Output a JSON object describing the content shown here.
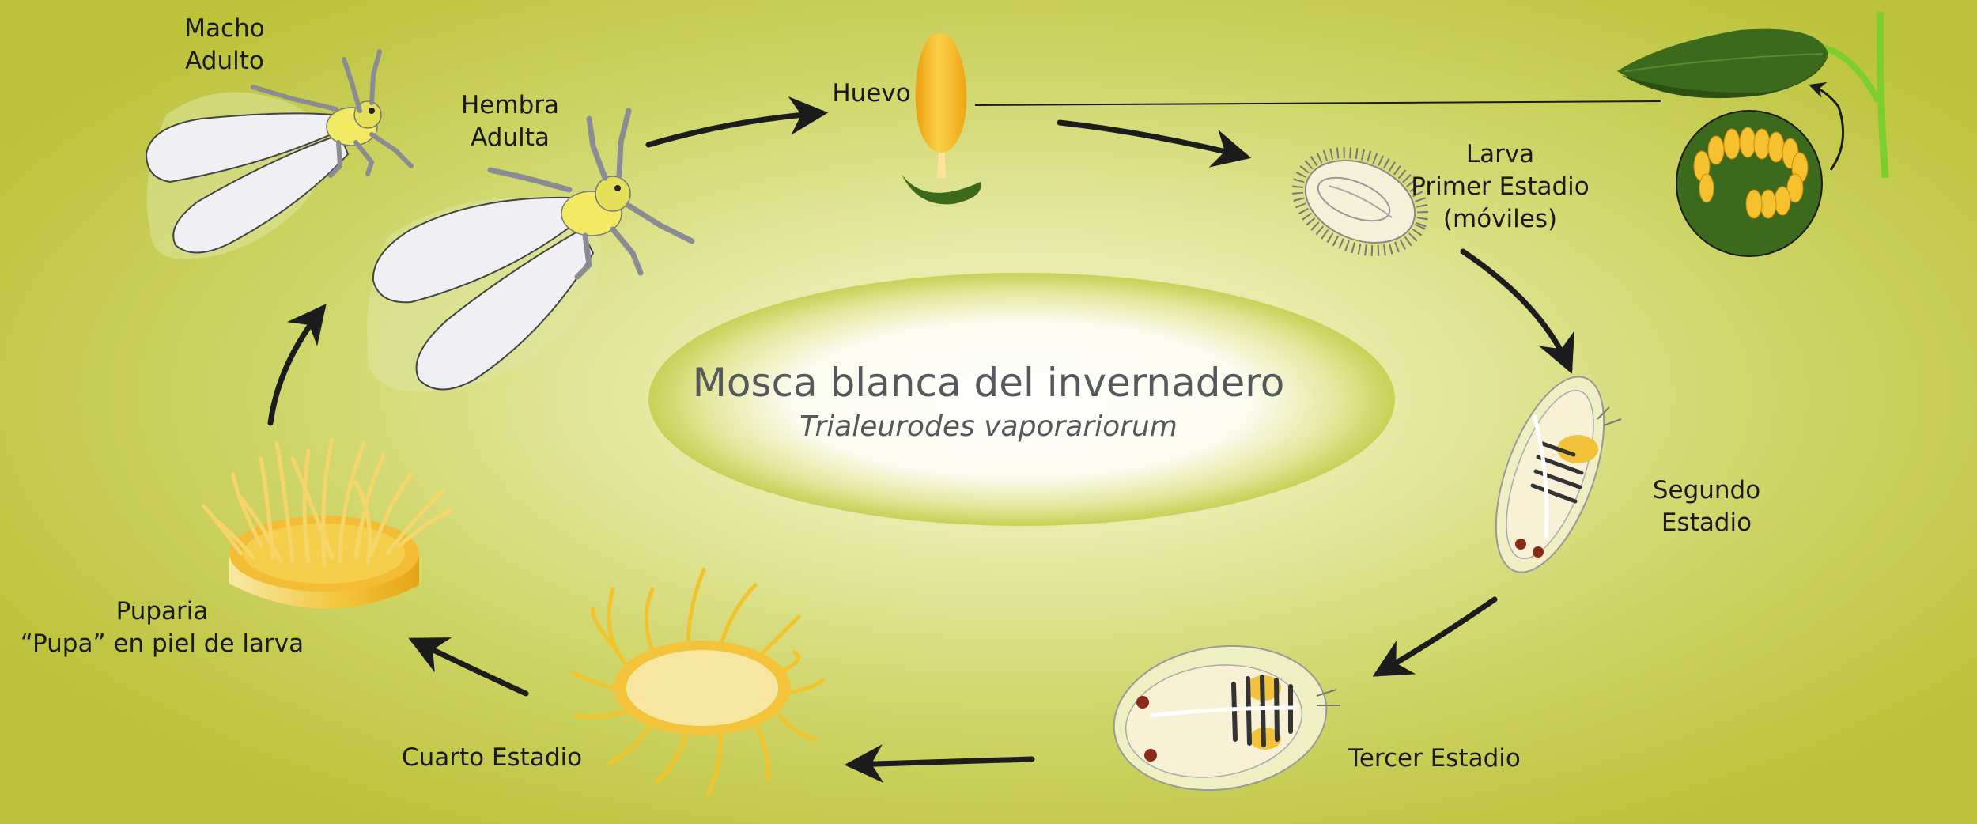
{
  "title": "Mosca blanca del invernadero",
  "subtitle": "Trialeurodes vaporariorum",
  "stages": {
    "macho": {
      "line1": "Macho",
      "line2": "Adulto"
    },
    "hembra": {
      "line1": "Hembra",
      "line2": "Adulta"
    },
    "huevo": {
      "line1": "Huevo"
    },
    "larva": {
      "line1": "Larva",
      "line2": "Primer Estadio",
      "line3": "(móviles)"
    },
    "segundo": {
      "line1": "Segundo",
      "line2": "Estadio"
    },
    "tercer": {
      "line1": "Tercer Estadio"
    },
    "cuarto": {
      "line1": "Cuarto Estadio"
    },
    "puparia": {
      "line1": "Puparia",
      "line2": "“Pupa” en piel de larva"
    }
  },
  "icons": [
    "male-adult-whitefly-icon",
    "female-adult-whitefly-icon",
    "egg-icon",
    "leaf-icon",
    "egg-cluster-icon",
    "first-instar-larva-icon",
    "second-instar-icon",
    "third-instar-icon",
    "fourth-instar-icon",
    "puparium-icon"
  ],
  "colors": {
    "background": "#bcc23a",
    "arrow": "#1c1c1c",
    "leaf": "#3c6a1c",
    "egg": "#f2b21b",
    "text": "#1a1a1a",
    "title": "#55595c"
  }
}
